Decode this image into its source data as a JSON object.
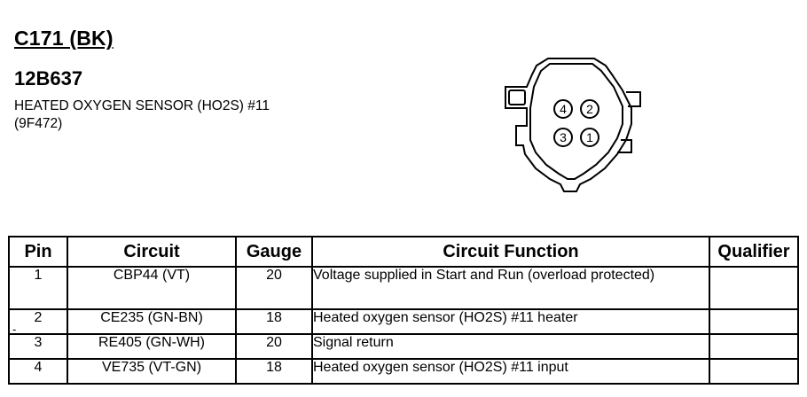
{
  "connector": {
    "id": "C171 (BK)",
    "part_number": "12B637",
    "description": "HEATED OXYGEN SENSOR (HO2S) #11",
    "sub_part": "(9F472)",
    "pin_labels": [
      "4",
      "2",
      "3",
      "1"
    ]
  },
  "table": {
    "headers": [
      "Pin",
      "Circuit",
      "Gauge",
      "Circuit Function",
      "Qualifier"
    ],
    "rows": [
      {
        "pin": "1",
        "circuit": "CBP44 (VT)",
        "gauge": "20",
        "function": "Voltage supplied in Start and Run (overload protected)",
        "qualifier": ""
      },
      {
        "pin": "2",
        "circuit": "CE235 (GN-BN)",
        "gauge": "18",
        "function": "Heated oxygen sensor (HO2S) #11 heater",
        "qualifier": ""
      },
      {
        "pin": "3",
        "circuit": "RE405 (GN-WH)",
        "gauge": "20",
        "function": "Signal return",
        "qualifier": ""
      },
      {
        "pin": "4",
        "circuit": "VE735 (VT-GN)",
        "gauge": "18",
        "function": "Heated oxygen sensor (HO2S) #11 input",
        "qualifier": ""
      }
    ]
  },
  "row_marker": "-"
}
